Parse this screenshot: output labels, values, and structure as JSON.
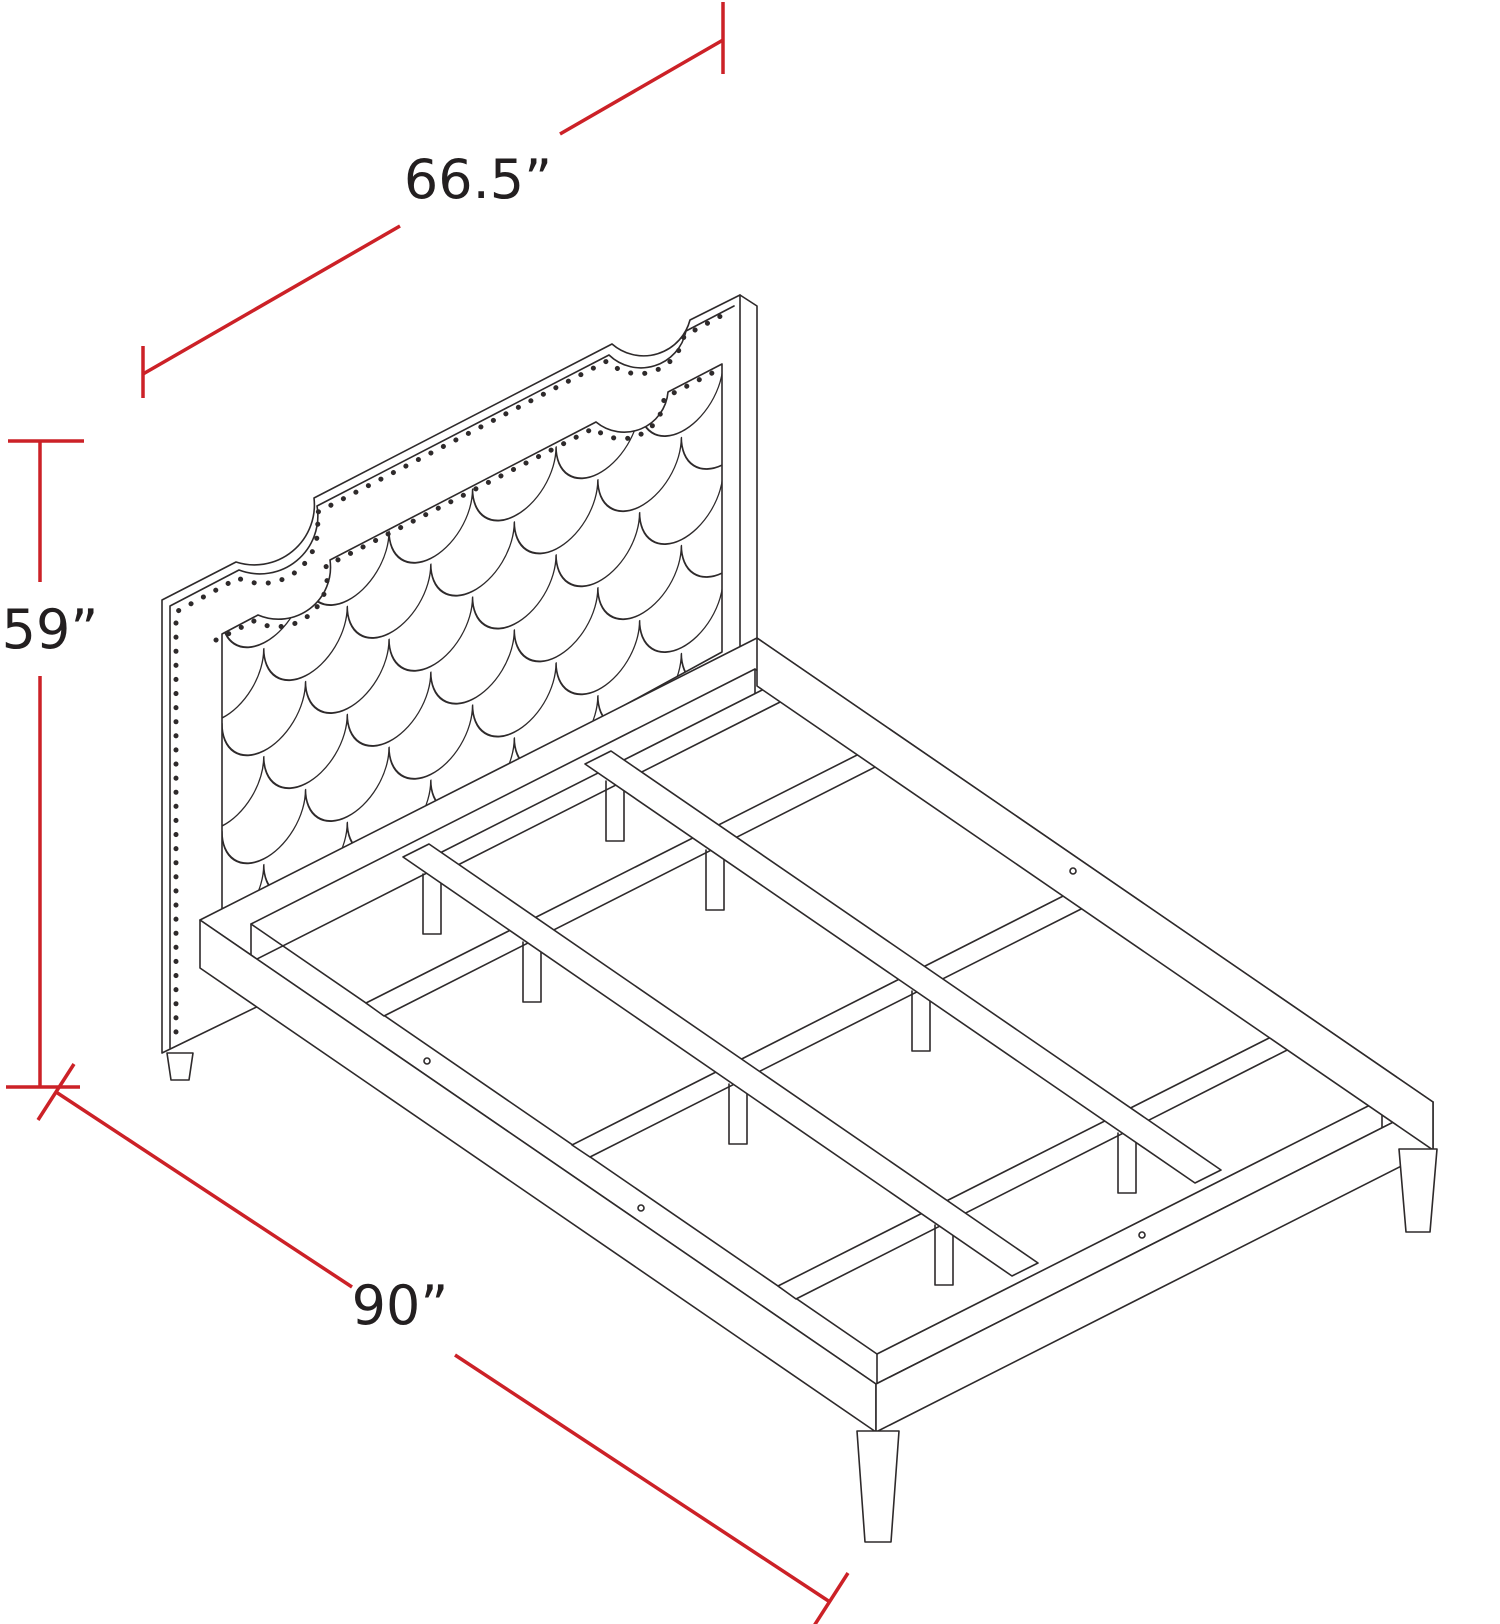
{
  "diagram": {
    "dimension_labels": {
      "width": "66.5”",
      "height": "59”",
      "length": "90”"
    },
    "colors": {
      "dimension_line": "#cc2127",
      "drawing_line": "#2e2a2b",
      "label_text": "#231f20",
      "background": "#ffffff"
    }
  }
}
